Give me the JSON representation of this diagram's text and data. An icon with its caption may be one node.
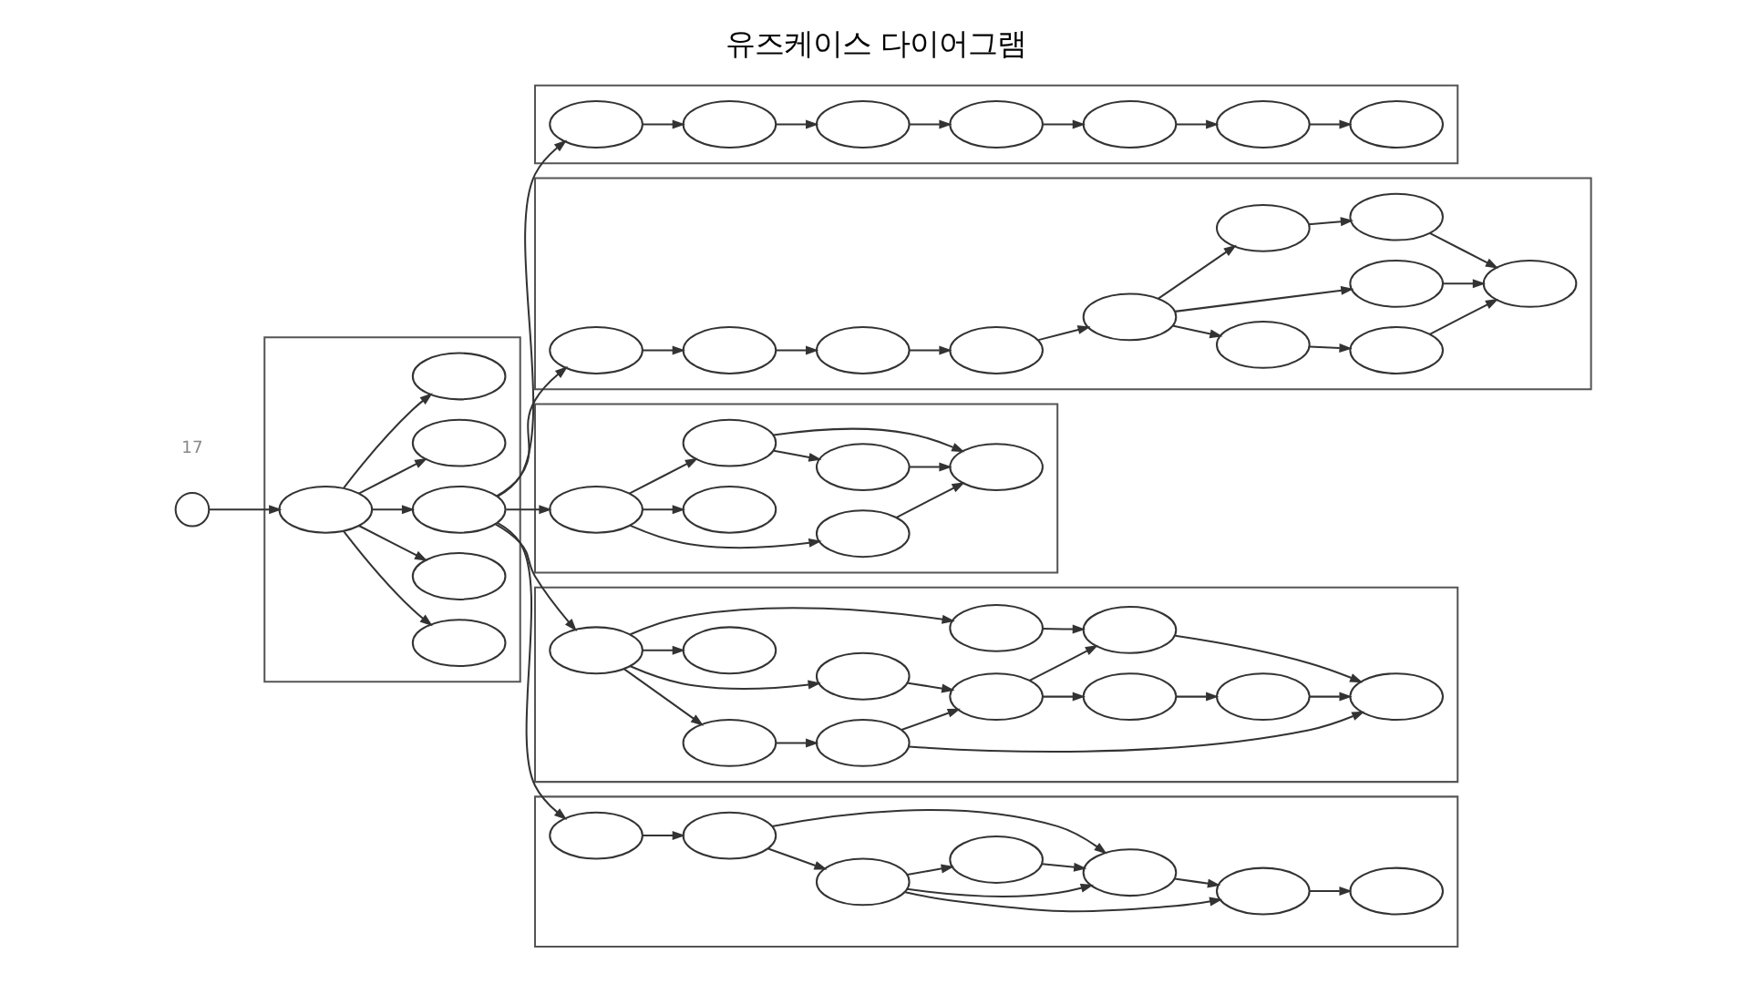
{
  "diagram": {
    "title": "유즈케이스 다이어그램",
    "nodes": [
      {
        "text": [],
        "shape": "person"
      },
      {
        "text": [],
        "shape": "box"
      },
      {
        "text": [],
        "shape": "ellipse",
        "in": 1
      },
      {
        "text": [],
        "shape": "ellipse",
        "in": 1
      },
      {
        "text": [],
        "shape": "ellipse",
        "in": 1
      },
      {
        "text": [],
        "shape": "ellipse",
        "in": 1
      },
      {
        "text": [],
        "shape": "ellipse",
        "in": 1
      },
      {
        "text": [],
        "shape": "ellipse",
        "in": 1
      },
      {
        "text": [],
        "shape": "box"
      },
      {
        "text": [],
        "shape": "ellipse",
        "in": 8
      },
      {
        "text": [],
        "shape": "ellipse",
        "in": 8
      },
      {
        "text": [],
        "shape": "ellipse",
        "in": 8
      },
      {
        "text": [],
        "shape": "ellipse",
        "in": 8
      },
      {
        "text": [],
        "shape": "ellipse",
        "in": 8
      },
      {
        "text": [],
        "shape": "ellipse",
        "in": 8
      },
      {
        "text": [],
        "shape": "ellipse",
        "in": 8
      },
      {
        "text": [],
        "shape": "box"
      },
      {
        "text": [],
        "shape": "ellipse",
        "in": 16
      },
      {
        "text": [],
        "shape": "ellipse",
        "in": 16
      },
      {
        "text": [],
        "shape": "ellipse",
        "in": 16
      },
      {
        "text": [],
        "shape": "ellipse",
        "in": 16
      },
      {
        "text": [],
        "shape": "ellipse",
        "in": 16
      },
      {
        "text": [],
        "shape": "ellipse",
        "in": 16
      },
      {
        "text": [],
        "shape": "ellipse",
        "in": 16
      },
      {
        "text": [],
        "shape": "ellipse",
        "in": 16
      },
      {
        "text": [],
        "shape": "ellipse",
        "in": 16
      },
      {
        "text": [],
        "shape": "ellipse",
        "in": 16
      },
      {
        "text": [],
        "shape": "ellipse",
        "in": 16
      },
      {
        "text": [],
        "shape": "box"
      },
      {
        "text": [],
        "shape": "ellipse",
        "in": 28
      },
      {
        "text": [],
        "shape": "ellipse",
        "in": 28
      },
      {
        "text": [],
        "shape": "ellipse",
        "in": 28
      },
      {
        "text": [],
        "shape": "ellipse",
        "in": 28
      },
      {
        "text": [],
        "shape": "ellipse",
        "in": 28
      },
      {
        "text": [],
        "shape": "ellipse",
        "in": 28
      },
      {
        "text": [],
        "shape": "box"
      },
      {
        "text": [],
        "shape": "ellipse",
        "in": 35
      },
      {
        "text": [],
        "shape": "ellipse",
        "in": 35
      },
      {
        "text": [],
        "shape": "ellipse",
        "in": 35
      },
      {
        "text": [],
        "shape": "ellipse",
        "in": 35
      },
      {
        "text": [],
        "shape": "ellipse",
        "in": 35
      },
      {
        "text": [],
        "shape": "ellipse",
        "in": 35
      },
      {
        "text": [],
        "shape": "ellipse",
        "in": 35
      },
      {
        "text": [],
        "shape": "ellipse",
        "in": 35
      },
      {
        "text": [],
        "shape": "ellipse",
        "in": 35
      },
      {
        "text": [],
        "shape": "ellipse",
        "in": 35
      },
      {
        "text": [],
        "shape": "ellipse",
        "in": 35
      },
      {
        "text": [],
        "shape": "box"
      },
      {
        "text": [],
        "shape": "ellipse",
        "in": 47
      },
      {
        "text": [],
        "shape": "ellipse",
        "in": 47
      },
      {
        "text": [],
        "shape": "ellipse",
        "in": 47
      },
      {
        "text": [],
        "shape": "ellipse",
        "in": 47
      },
      {
        "text": [],
        "shape": "ellipse",
        "in": 47
      },
      {
        "text": [],
        "shape": "ellipse",
        "in": 47
      },
      {
        "text": [],
        "shape": "ellipse",
        "in": 47
      }
    ],
    "edges": [
      {
        "from": 0,
        "to": 2,
        "arrow": "to"
      },
      {
        "from": 2,
        "to": 3,
        "arrow": "to"
      },
      {
        "from": 2,
        "to": 4,
        "arrow": "to"
      },
      {
        "from": 2,
        "to": 5,
        "arrow": "to"
      },
      {
        "from": 2,
        "to": 6,
        "arrow": "to"
      },
      {
        "from": 2,
        "to": 7,
        "arrow": "to"
      },
      {
        "from": 5,
        "to": 9,
        "arrow": "to"
      },
      {
        "from": 5,
        "to": 17,
        "arrow": "to"
      },
      {
        "from": 5,
        "to": 29,
        "arrow": "to"
      },
      {
        "from": 5,
        "to": 36,
        "arrow": "to"
      },
      {
        "from": 5,
        "to": 48,
        "arrow": "to"
      },
      {
        "from": 9,
        "to": 10,
        "arrow": "to"
      },
      {
        "from": 10,
        "to": 11,
        "arrow": "to"
      },
      {
        "from": 11,
        "to": 12,
        "arrow": "to"
      },
      {
        "from": 12,
        "to": 13,
        "arrow": "to"
      },
      {
        "from": 13,
        "to": 14,
        "arrow": "to"
      },
      {
        "from": 14,
        "to": 15,
        "arrow": "to"
      },
      {
        "from": 17,
        "to": 18,
        "arrow": "to"
      },
      {
        "from": 18,
        "to": 19,
        "arrow": "to"
      },
      {
        "from": 19,
        "to": 20,
        "arrow": "to"
      },
      {
        "from": 20,
        "to": 21,
        "arrow": "to"
      },
      {
        "from": 21,
        "to": 22,
        "arrow": "to"
      },
      {
        "from": 21,
        "to": 24,
        "arrow": "to"
      },
      {
        "from": 21,
        "to": 25,
        "arrow": "to"
      },
      {
        "from": 22,
        "to": 23,
        "arrow": "to"
      },
      {
        "from": 23,
        "to": 27,
        "arrow": "to"
      },
      {
        "from": 24,
        "to": 27,
        "arrow": "to"
      },
      {
        "from": 25,
        "to": 26,
        "arrow": "to"
      },
      {
        "from": 26,
        "to": 27,
        "arrow": "to"
      },
      {
        "from": 29,
        "to": 30,
        "arrow": "to"
      },
      {
        "from": 29,
        "to": 31,
        "arrow": "to"
      },
      {
        "from": 29,
        "to": 32,
        "arrow": "to"
      },
      {
        "from": 30,
        "to": 34,
        "arrow": "to"
      },
      {
        "from": 32,
        "to": 34,
        "arrow": "to"
      },
      {
        "from": 32,
        "to": 33,
        "arrow": "to"
      },
      {
        "from": 33,
        "to": 34,
        "arrow": "to"
      },
      {
        "from": 36,
        "to": 37,
        "arrow": "to"
      },
      {
        "from": 36,
        "to": 38,
        "arrow": "to"
      },
      {
        "from": 36,
        "to": 39,
        "arrow": "to"
      },
      {
        "from": 36,
        "to": 40,
        "arrow": "to"
      },
      {
        "from": 37,
        "to": 41,
        "arrow": "to"
      },
      {
        "from": 41,
        "to": 42,
        "arrow": "to"
      },
      {
        "from": 38,
        "to": 42,
        "arrow": "to"
      },
      {
        "from": 42,
        "to": 43,
        "arrow": "to"
      },
      {
        "from": 42,
        "to": 44,
        "arrow": "to"
      },
      {
        "from": 40,
        "to": 43,
        "arrow": "to"
      },
      {
        "from": 44,
        "to": 45,
        "arrow": "to"
      },
      {
        "from": 41,
        "to": 46,
        "arrow": "to"
      },
      {
        "from": 43,
        "to": 46,
        "arrow": "to"
      },
      {
        "from": 45,
        "to": 46,
        "arrow": "to"
      },
      {
        "from": 48,
        "to": 49,
        "arrow": "to"
      },
      {
        "from": 49,
        "to": 50,
        "arrow": "to"
      },
      {
        "from": 49,
        "to": 52,
        "arrow": "to"
      },
      {
        "from": 50,
        "to": 51,
        "arrow": "to"
      },
      {
        "from": 51,
        "to": 52,
        "arrow": "to"
      },
      {
        "from": 50,
        "to": 52,
        "arrow": "to"
      },
      {
        "from": 50,
        "to": 53,
        "arrow": "to"
      },
      {
        "from": 52,
        "to": 53,
        "arrow": "to"
      },
      {
        "from": 53,
        "to": 54,
        "arrow": "to"
      }
    ],
    "labels": [
      "17"
    ]
  }
}
